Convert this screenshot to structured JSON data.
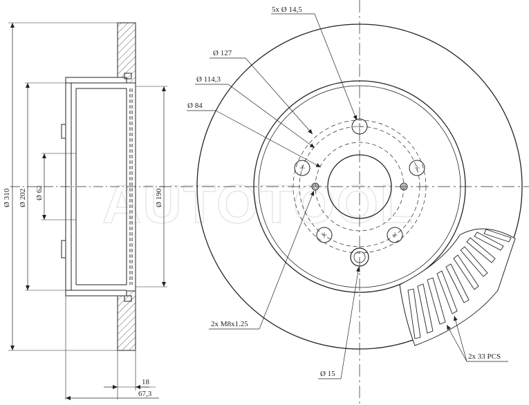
{
  "watermark": "AUTOTOOL",
  "side_view": {
    "dim_total_diameter": "Ø 310",
    "dim_hub_outer": "Ø 202",
    "dim_center_bore": "Ø 62",
    "dim_hat_inner": "Ø 190",
    "dim_thickness": "18",
    "dim_height": "67,3"
  },
  "front_view": {
    "dim_bolt_holes": "5x Ø 14,5",
    "dim_pcd_127": "Ø 127",
    "dim_pcd_114": "Ø 114,3",
    "dim_pcd_84": "Ø 84",
    "dim_thread": "2x M8x1.25",
    "dim_pin_hole": "Ø 15",
    "dim_vanes": "2x 33 PCS"
  }
}
